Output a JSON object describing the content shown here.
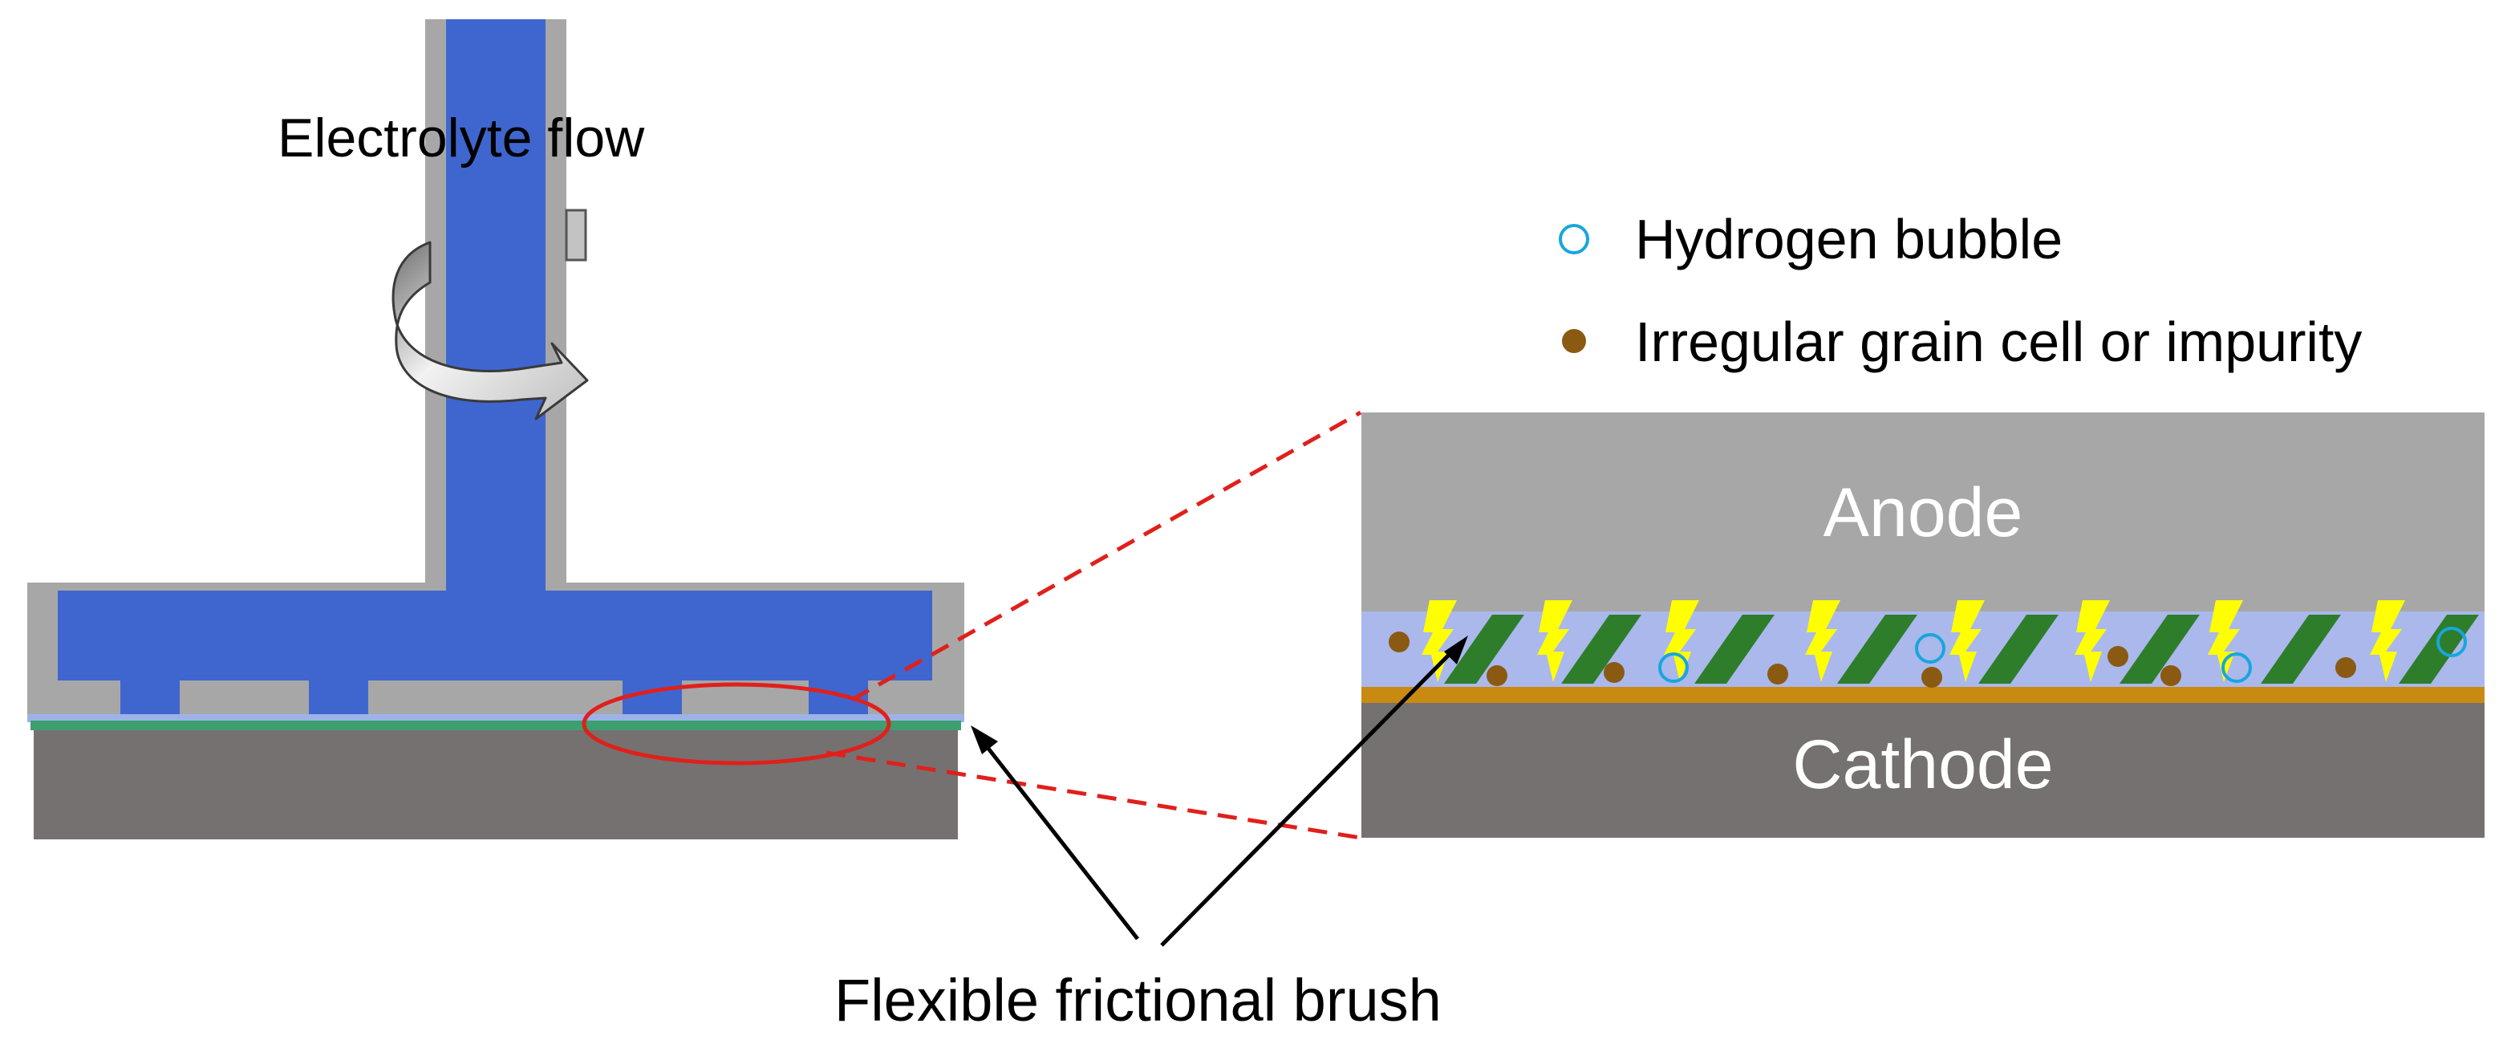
{
  "labels": {
    "flow": "Electrolyte flow",
    "anode": "Anode",
    "cathode": "Cathode",
    "brush": "Flexible frictional brush"
  },
  "legend": {
    "bubble": "Hydrogen bubble",
    "grain": "Irregular grain cell or impurity"
  },
  "colors": {
    "electrolyte_blue": "#3f66cf",
    "housing_gray": "#a7a7a7",
    "cathode_gray": "#757170",
    "electrolyte_light": "#aab8ec",
    "deposit_orange": "#c98a12",
    "brush_green": "#2e7d2a",
    "spark_yellow": "#ffff00",
    "bubble_cyan": "#17a6dd",
    "grain_brown": "#8a5a12",
    "highlight_red": "#e0201b"
  },
  "icons": {
    "rotation": "curved-arrow-icon",
    "bubble": "circle-outline-icon",
    "grain": "dot-icon",
    "spark": "lightning-bolt-icon"
  }
}
